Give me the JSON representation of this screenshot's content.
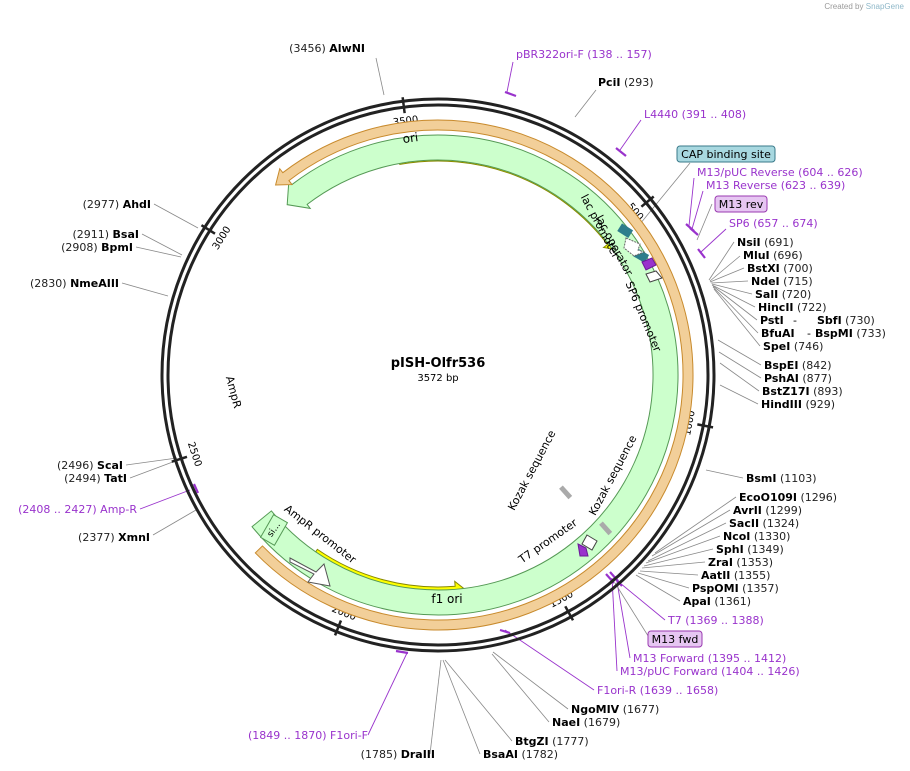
{
  "credit": {
    "prefix": "Created by",
    "brand": "SnapGene"
  },
  "plasmid": {
    "name": "pISH-Olfr536",
    "length_text": "3572 bp",
    "length": 3572
  },
  "backbone_ticks": [
    {
      "bp": 500,
      "label": "500"
    },
    {
      "bp": 1000,
      "label": "1000"
    },
    {
      "bp": 1500,
      "label": "1500"
    },
    {
      "bp": 2000,
      "label": "2000"
    },
    {
      "bp": 2500,
      "label": "2500"
    },
    {
      "bp": 3000,
      "label": "3000"
    },
    {
      "bp": 3500,
      "label": "3500"
    }
  ],
  "features": [
    {
      "name": "ori",
      "start": 3470,
      "end": 560,
      "color": "#ffff00",
      "border": "#888800",
      "direction": "cw",
      "label": "ori"
    },
    {
      "name": "f1-ori",
      "start": 2130,
      "end": 1700,
      "color": "#ffff00",
      "border": "#888800",
      "direction": "ccw",
      "label": "f1 ori"
    },
    {
      "name": "ampr",
      "start": 2290,
      "end": 3160,
      "color": "#ccffcc",
      "border": "#559955",
      "direction": "ccw",
      "label": "AmpR"
    },
    {
      "name": "ampr-orange",
      "start": 2240,
      "end": 3170,
      "color": "#f2cf99",
      "border": "#c88a2c",
      "direction": "ccw",
      "label": ""
    }
  ],
  "enzymes": [
    {
      "name": "AlwNI",
      "position": "(3456)",
      "side": "left"
    },
    {
      "name": "PciI",
      "position": "(293)",
      "side": "right"
    },
    {
      "name": "NsiI",
      "position": "(691)",
      "side": "right"
    },
    {
      "name": "MluI",
      "position": "(696)",
      "side": "right"
    },
    {
      "name": "BstXI",
      "position": "(700)",
      "side": "right"
    },
    {
      "name": "NdeI",
      "position": "(715)",
      "side": "right"
    },
    {
      "name": "SalI",
      "position": "(720)",
      "side": "right"
    },
    {
      "name": "HincII",
      "position": "(722)",
      "side": "right"
    },
    {
      "name": "PstI",
      "position": "",
      "side": "right"
    },
    {
      "name": "SbfI",
      "position": "(730)",
      "side": "right"
    },
    {
      "name": "BfuAI",
      "position": "",
      "side": "right"
    },
    {
      "name": "BspMI",
      "position": "(733)",
      "side": "right"
    },
    {
      "name": "SpeI",
      "position": "(746)",
      "side": "right"
    },
    {
      "name": "BspEI",
      "position": "(842)",
      "side": "right"
    },
    {
      "name": "PshAI",
      "position": "(877)",
      "side": "right"
    },
    {
      "name": "BstZ17I",
      "position": "(893)",
      "side": "right"
    },
    {
      "name": "HindIII",
      "position": "(929)",
      "side": "right"
    },
    {
      "name": "BsmI",
      "position": "(1103)",
      "side": "right"
    },
    {
      "name": "EcoO109I",
      "position": "(1296)",
      "side": "right"
    },
    {
      "name": "AvrII",
      "position": "(1299)",
      "side": "right"
    },
    {
      "name": "SacII",
      "position": "(1324)",
      "side": "right"
    },
    {
      "name": "NcoI",
      "position": "(1330)",
      "side": "right"
    },
    {
      "name": "SphI",
      "position": "(1349)",
      "side": "right"
    },
    {
      "name": "ZraI",
      "position": "(1353)",
      "side": "right"
    },
    {
      "name": "AatII",
      "position": "(1355)",
      "side": "right"
    },
    {
      "name": "PspOMI",
      "position": "(1357)",
      "side": "right"
    },
    {
      "name": "ApaI",
      "position": "(1361)",
      "side": "right"
    },
    {
      "name": "NgoMIV",
      "position": "(1677)",
      "side": "right"
    },
    {
      "name": "NaeI",
      "position": "(1679)",
      "side": "right"
    },
    {
      "name": "BtgZI",
      "position": "(1777)",
      "side": "right"
    },
    {
      "name": "BsaAI",
      "position": "(1782)",
      "side": "right"
    },
    {
      "name": "DraIII",
      "position": "(1785)",
      "side": "left"
    },
    {
      "name": "XmnI",
      "position": "(2377)",
      "side": "left"
    },
    {
      "name": "TatI",
      "position": "(2494)",
      "side": "left"
    },
    {
      "name": "ScaI",
      "position": "(2496)",
      "side": "left"
    },
    {
      "name": "NmeAIII",
      "position": "(2830)",
      "side": "left"
    },
    {
      "name": "BpmI",
      "position": "(2908)",
      "side": "left"
    },
    {
      "name": "BsaI",
      "position": "(2911)",
      "side": "left"
    },
    {
      "name": "AhdI",
      "position": "(2977)",
      "side": "left"
    }
  ],
  "primers": [
    {
      "name": "pBR322ori-F",
      "range": "(138 .. 157)"
    },
    {
      "name": "L4440",
      "range": "(391 .. 408)"
    },
    {
      "name": "M13/pUC Reverse",
      "range": "(604 .. 626)"
    },
    {
      "name": "M13 Reverse",
      "range": "(623 .. 639)"
    },
    {
      "name": "SP6",
      "range": "(657 .. 674)"
    },
    {
      "name": "T7",
      "range": "(1369 .. 1388)"
    },
    {
      "name": "M13 Forward",
      "range": "(1395 .. 1412)"
    },
    {
      "name": "M13/pUC Forward",
      "range": "(1404 .. 1426)"
    },
    {
      "name": "F1ori-R",
      "range": "(1639 .. 1658)"
    },
    {
      "name": "F1ori-F",
      "range": "(1849 .. 1870)"
    },
    {
      "name": "Amp-R",
      "range": "(2408 .. 2427)"
    }
  ],
  "boxed_labels": [
    {
      "text": "CAP binding site",
      "fill": "#a8d8e0",
      "border": "#3a7a8a"
    },
    {
      "text": "M13 rev",
      "fill": "#e6c6f2",
      "border": "#9a3ab0"
    },
    {
      "text": "M13 fwd",
      "fill": "#e6c6f2",
      "border": "#9a3ab0"
    }
  ],
  "inner_labels": [
    {
      "text": "lac promoter"
    },
    {
      "text": "lac operator"
    },
    {
      "text": "SP6 promoter"
    },
    {
      "text": "Kozak sequence"
    },
    {
      "text": "Kozak sequence"
    },
    {
      "text": "T7 promoter"
    },
    {
      "text": "AmpR promoter"
    },
    {
      "text": "si..."
    }
  ],
  "colors": {
    "primer": "#9933cc",
    "enzyme": "#000000",
    "position": "#222222",
    "backbone": "#222222"
  }
}
